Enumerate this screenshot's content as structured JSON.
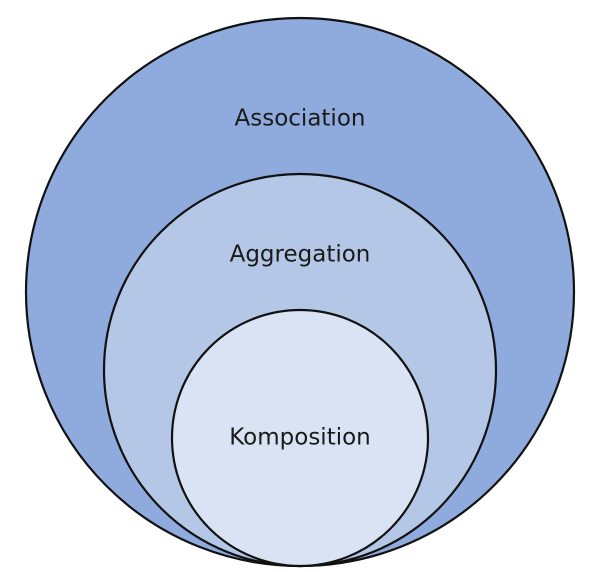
{
  "diagram": {
    "type": "nested-set",
    "sets": [
      {
        "label": "Association",
        "color": "#8faadc"
      },
      {
        "label": "Aggregation",
        "color": "#b4c7e7"
      },
      {
        "label": "Komposition",
        "color": "#dae3f3"
      }
    ],
    "stroke_color": "#111111",
    "background": "#ffffff"
  }
}
